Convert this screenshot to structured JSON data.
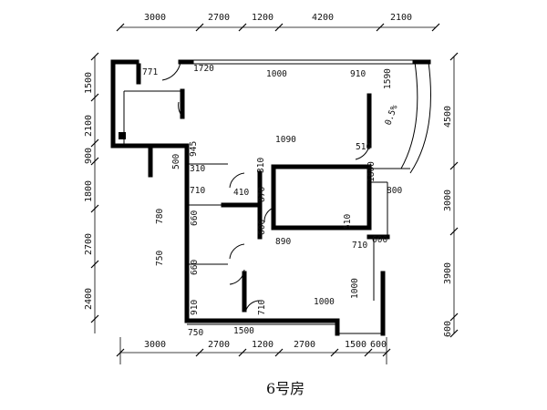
{
  "title": "6号房",
  "top_dims": [
    "3000",
    "2700",
    "1200",
    "4200",
    "2100"
  ],
  "bottom_dims": [
    "3000",
    "2700",
    "1200",
    "2700",
    "1500",
    "600"
  ],
  "left_dims": [
    "1500",
    "2100",
    "900",
    "1800",
    "2700",
    "2400"
  ],
  "right_dims": [
    "4500",
    "3000",
    "3900",
    "600"
  ],
  "inner_dims": {
    "d771": "771",
    "d1720": "1720",
    "d1000a": "1000",
    "d910a": "910",
    "d1590": "1590",
    "d1090": "1090",
    "d510a": "510",
    "d945": "945",
    "d500": "500",
    "d310a": "310",
    "d310b": "310",
    "d1800": "1800",
    "d710a": "710",
    "d410": "410",
    "d870": "870",
    "d800": "800",
    "d780": "780",
    "d660a": "660",
    "d600a": "600",
    "d510b": "510",
    "d890": "890",
    "d710b": "710",
    "d600b": "600",
    "d750": "750",
    "d660b": "660",
    "d1000b": "1000",
    "d1000c": "1000",
    "d910b": "910",
    "d710c": "710",
    "d750b": "750",
    "d1500": "1500",
    "slope": "0.5%"
  }
}
